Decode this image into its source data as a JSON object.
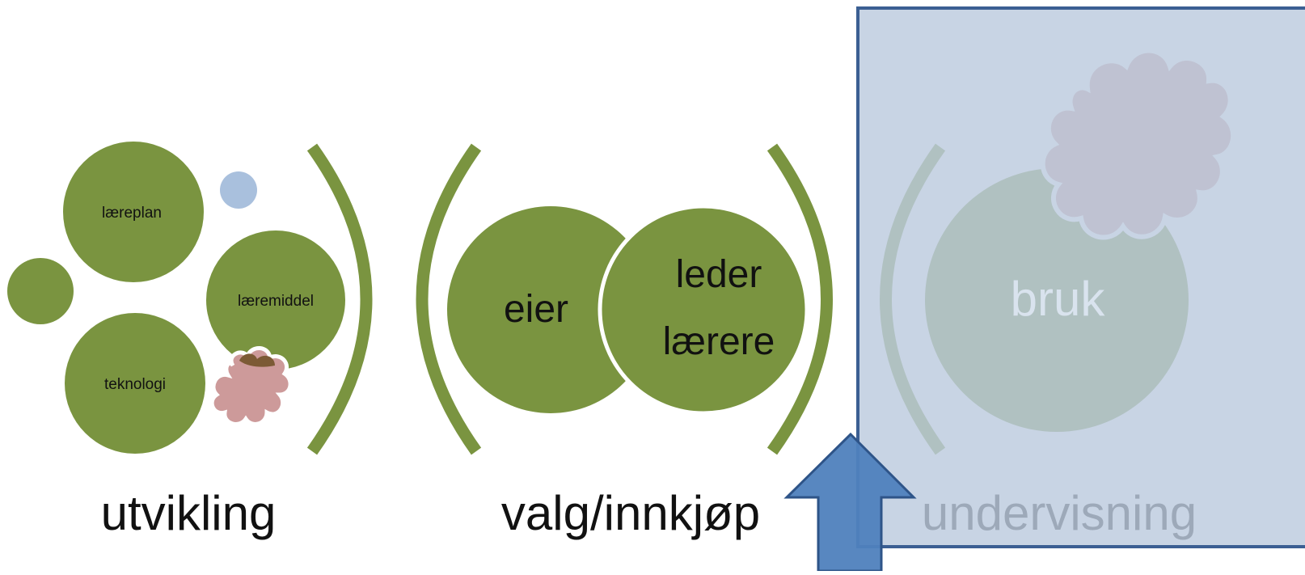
{
  "colors": {
    "green": "#7a9440",
    "green_dark": "#6b8a3a",
    "light_blue": "#a9c0dd",
    "overlay_blue": "#bccbde",
    "overlay_border": "#3b5f93",
    "arrow_blue": "#4f81bd",
    "arrow_border": "#2e5488",
    "pink": "#cd9a9a",
    "brown": "#7c5a35",
    "text_dark": "#111111",
    "text_light": "#d9e3ee"
  },
  "stages": {
    "development": {
      "label": "utvikling",
      "items": [
        "læreplan",
        "læremiddel",
        "teknologi"
      ]
    },
    "procurement": {
      "label": "valg/innkjøp",
      "owner": "eier",
      "leader_line1": "leder",
      "leader_line2": "lærere"
    },
    "teaching": {
      "label": "undervisning",
      "use": "bruk"
    }
  }
}
